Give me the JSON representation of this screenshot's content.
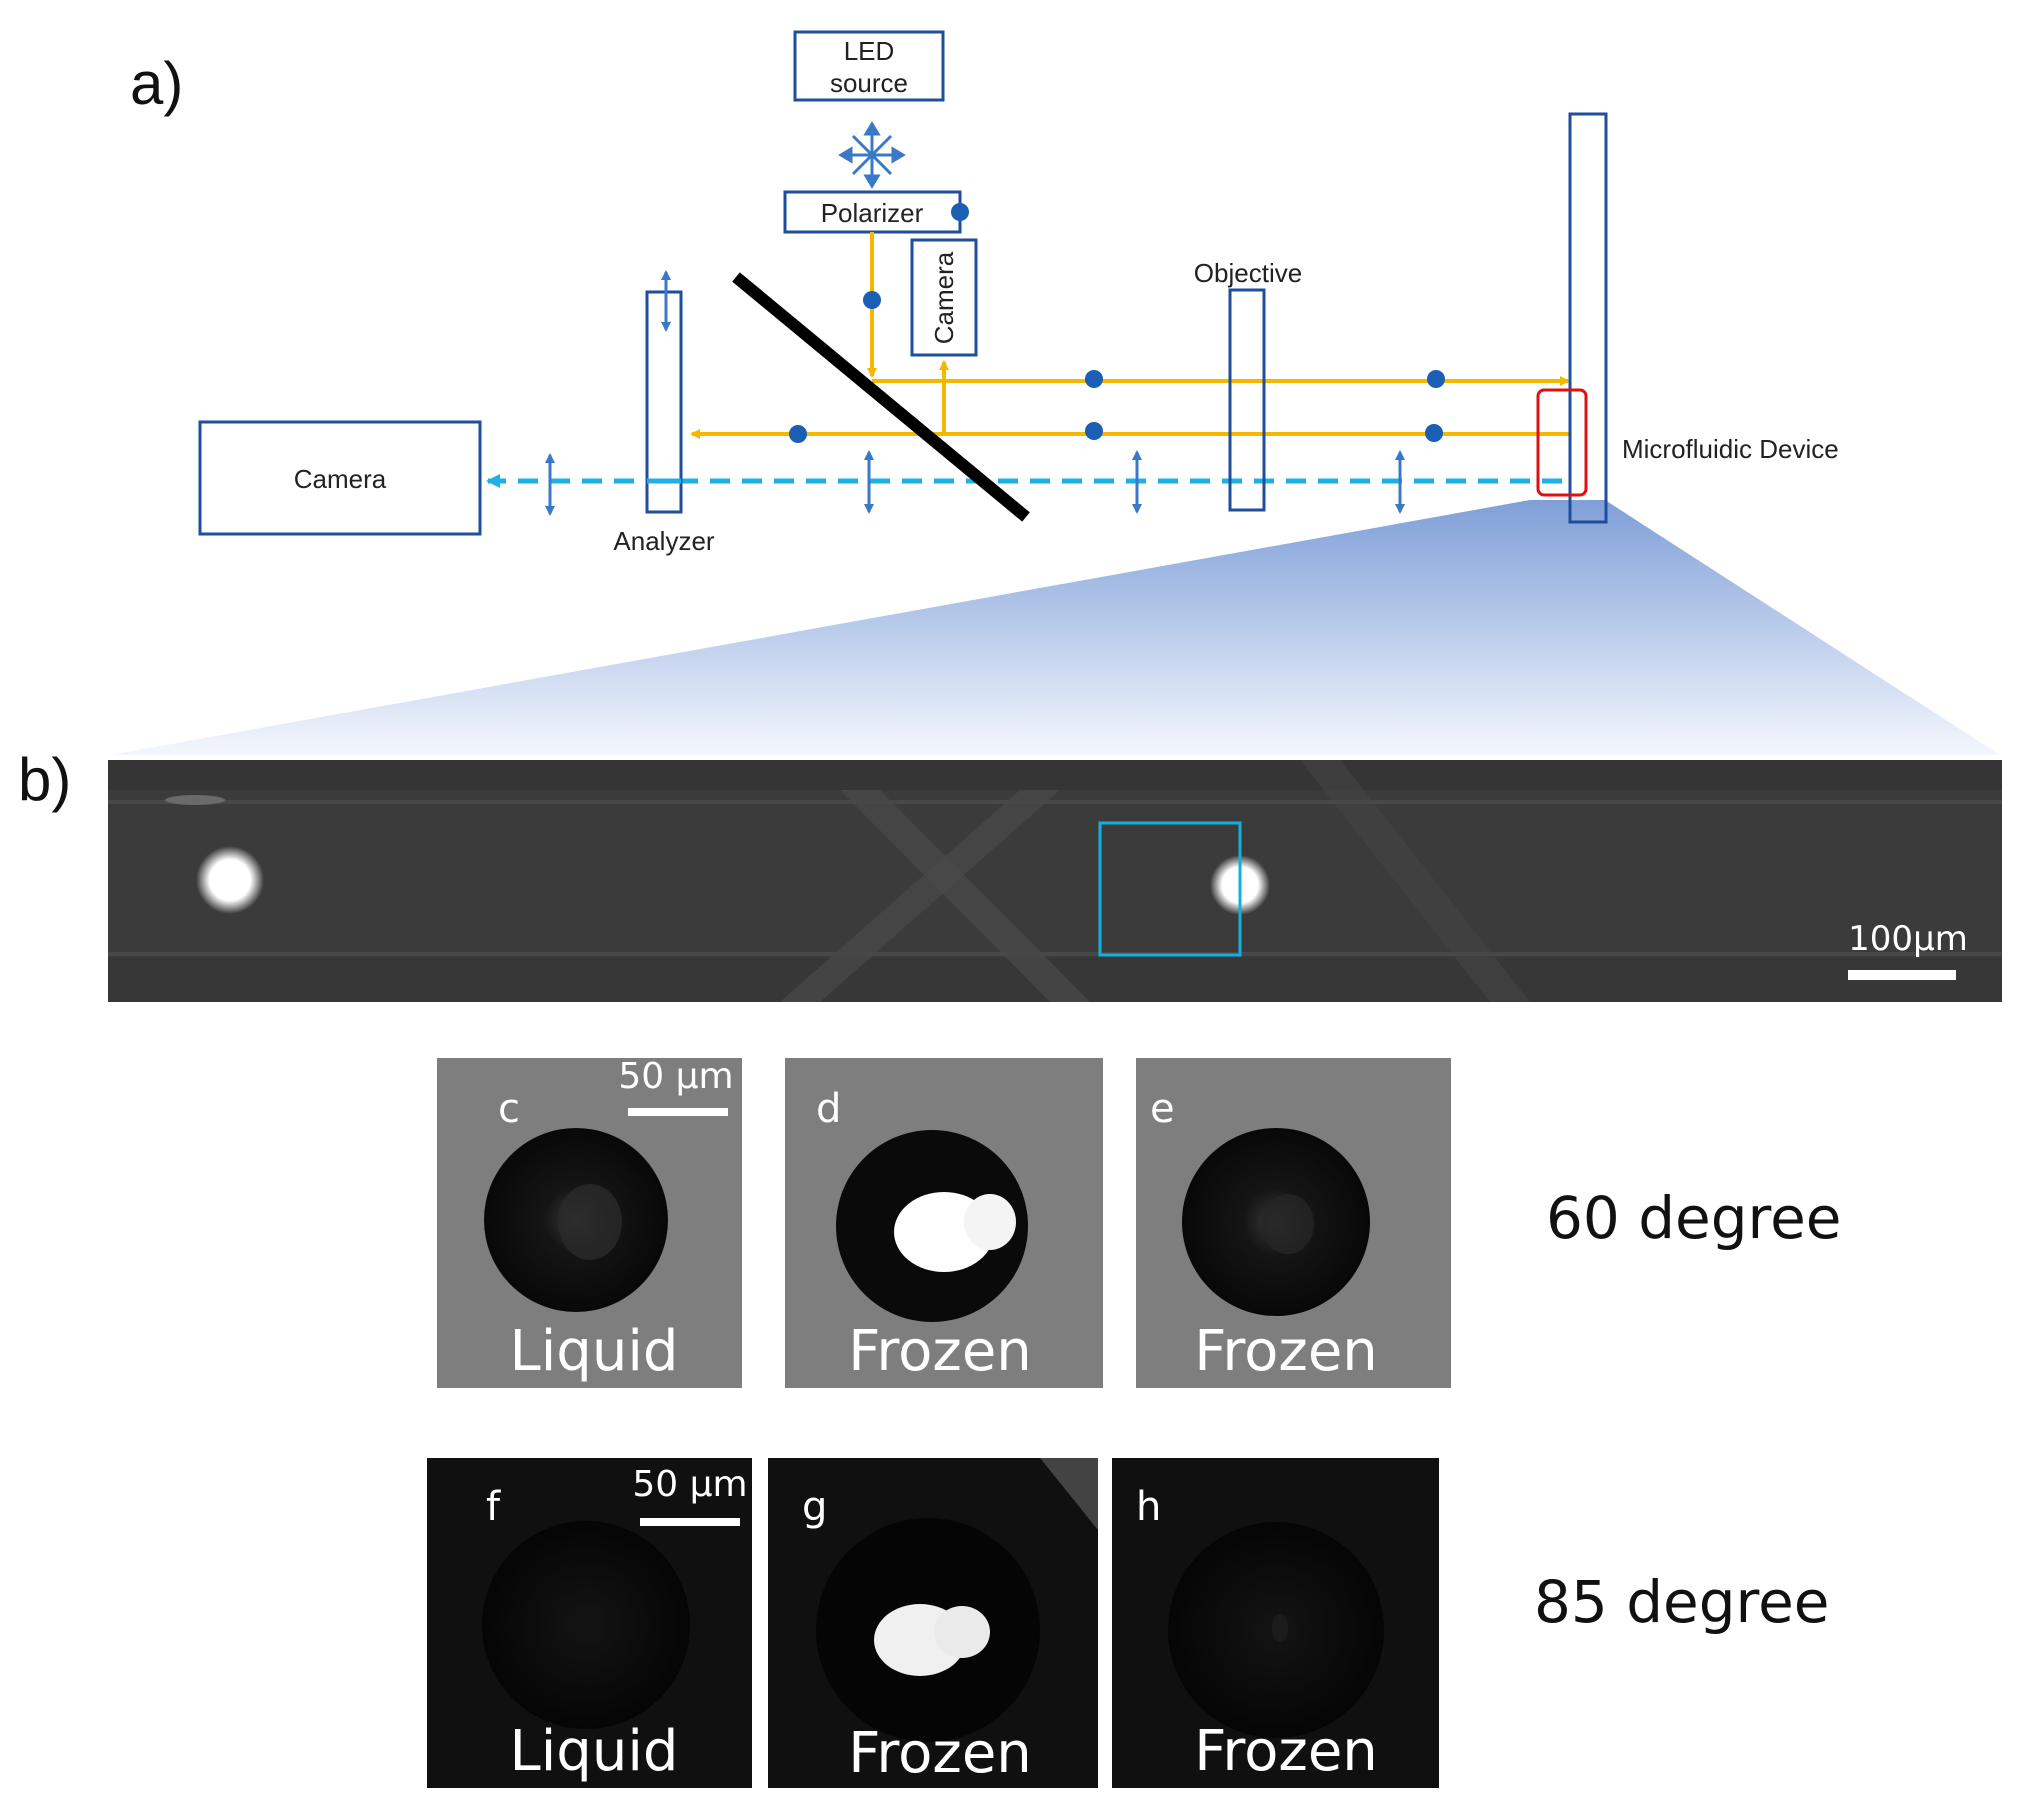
{
  "panel_a": {
    "label": "a)",
    "led_line1": "LED",
    "led_line2": "source",
    "polarizer": "Polarizer",
    "camera_small": "Camera",
    "objective": "Objective",
    "camera_main": "Camera",
    "analyzer": "Analyzer",
    "device": "Microfluidic Device"
  },
  "panel_b": {
    "label": "b)",
    "scale_bar": "100μm"
  },
  "row_60": {
    "angle": "60 degree",
    "scale_bar": "50 μm",
    "panes": [
      {
        "letter": "c",
        "state": "Liquid"
      },
      {
        "letter": "d",
        "state": "Frozen"
      },
      {
        "letter": "e",
        "state": "Frozen"
      }
    ]
  },
  "row_85": {
    "angle": "85 degree",
    "scale_bar": "50 μm",
    "panes": [
      {
        "letter": "f",
        "state": "Liquid"
      },
      {
        "letter": "g",
        "state": "Frozen"
      },
      {
        "letter": "h",
        "state": "Frozen"
      }
    ]
  },
  "colors": {
    "beam": "#f5b800",
    "dashed_beam": "#1fb0e8",
    "outline": "#1f4e9a",
    "dot": "#1a5fb4",
    "highlight_red": "#e01010",
    "highlight_cyan": "#12b0e0"
  }
}
